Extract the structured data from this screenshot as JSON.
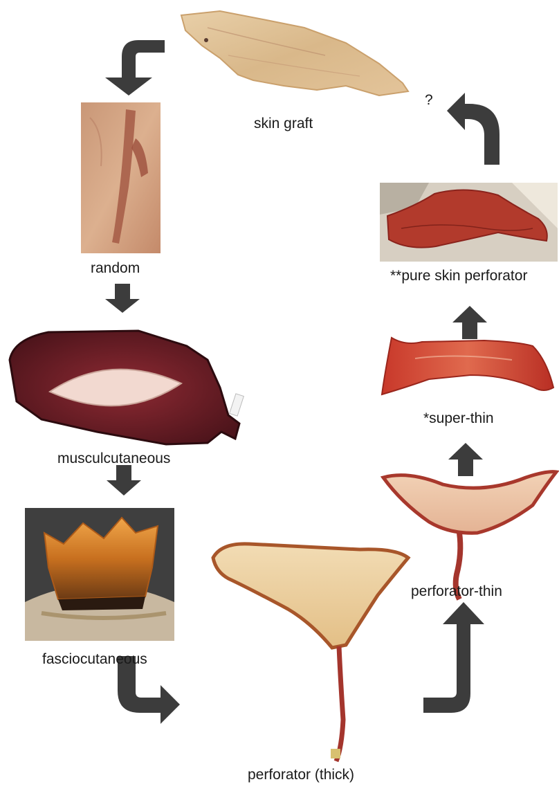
{
  "labels": {
    "skin_graft": "skin graft",
    "random": "random",
    "musculocutaneous": "musculcutaneous",
    "fasciocutaneous": "fasciocutaneous",
    "perforator_thick": "perforator (thick)",
    "perforator_thin": "perforator-thin",
    "super_thin": "*super-thin",
    "pure_skin_perforator": "**pure skin perforator",
    "unknown_next": "?"
  },
  "colors": {
    "arrow": "#3c3c3c",
    "tissue_dark": "#7a1f1c",
    "tissue_red": "#b23a2c",
    "fat_yellow": "#e7c486",
    "skin_pale": "#e9d2b5"
  },
  "icons": {
    "arrow": "curved-arrow-icon",
    "down_arrow": "down-arrow-icon",
    "up_arrow": "up-arrow-icon"
  }
}
